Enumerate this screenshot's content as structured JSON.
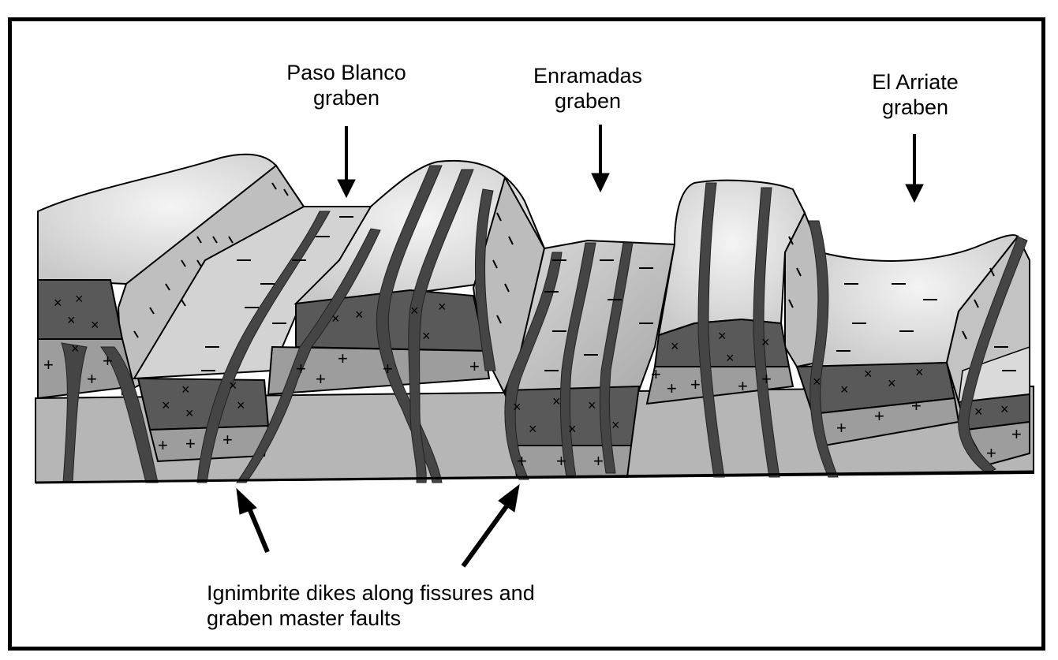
{
  "labels": {
    "paso_blanco": {
      "line1": "Paso Blanco",
      "line2": "graben"
    },
    "enramadas": {
      "line1": "Enramadas",
      "line2": "graben"
    },
    "el_arriate": {
      "line1": "El Arriate",
      "line2": "graben"
    },
    "dikes": {
      "line1": "Ignimbrite dikes along fissures and",
      "line2": "graben master faults"
    }
  },
  "legend_symbols": {
    "cross_x": "×",
    "plus": "+",
    "dash": "–"
  },
  "colors": {
    "dike": "#4a4a4a",
    "dark_unit": "#5a5a5a",
    "mid_unit": "#9a9a9a",
    "light_unit": "#bdbdbd",
    "pale_unit": "#e4e4e4",
    "base_unit": "#b4b4b4"
  }
}
